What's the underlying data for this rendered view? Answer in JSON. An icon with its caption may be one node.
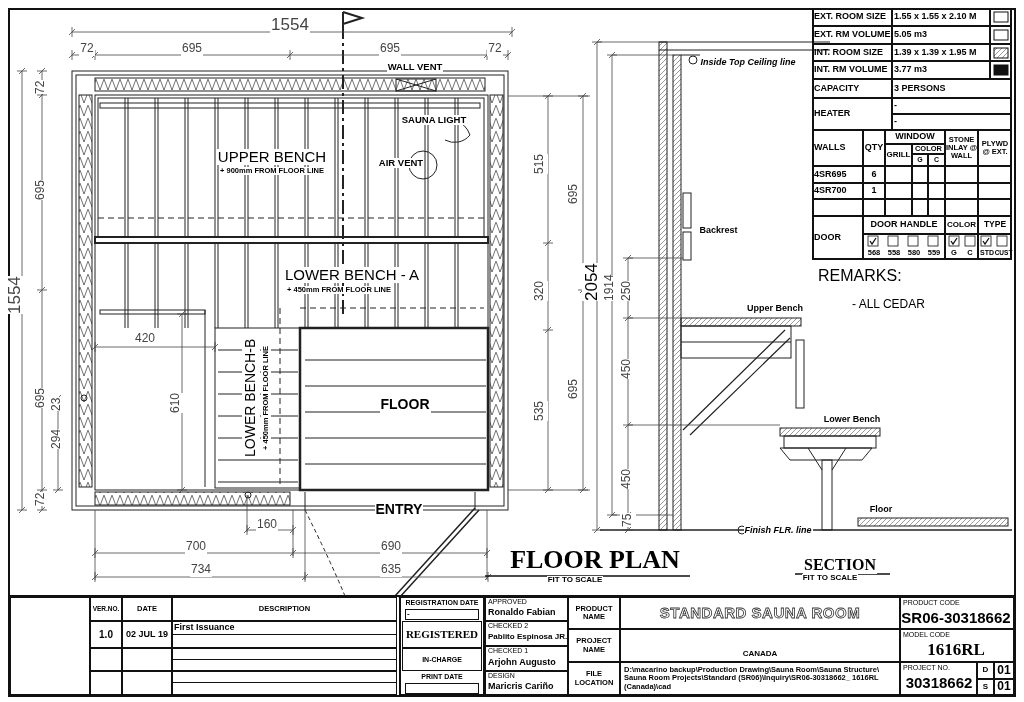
{
  "diagram": {
    "labels": [
      "1554",
      "72",
      "695",
      "695",
      "72",
      "WALL VENT",
      "SAUNA LIGHT",
      "UPPER BENCH",
      "+ 900mm FROM  FLOOR LINE",
      "AIR VENT",
      "LOWER BENCH - A",
      "+ 450mm FROM FLOOR LINE",
      "420",
      "610",
      "LOWER BENCH-B",
      "+ 450mm FROM FLOOR LINE",
      "FLOOR",
      "ENTRY",
      "160",
      "700",
      "690",
      "734",
      "635",
      "1554",
      "72",
      "695",
      "695",
      "23",
      "294",
      "72",
      "515",
      "695",
      "320",
      "535",
      "695",
      "2054",
      "1914",
      "250",
      "450",
      "450",
      "75",
      "Inside Top Ceiling line",
      "Backrest",
      "Upper Bench",
      "Lower Bench",
      "Floor",
      "Finish FLR. line",
      "FLOOR PLAN",
      "FIT TO SCALE",
      "SECTION",
      "FIT TO SCALE",
      "EXT. ROOM SIZE",
      "1.55 x 1.55 x 2.10 M",
      "EXT. RM VOLUME",
      "5.05 m3",
      "INT. ROOM SIZE",
      "1.39  x 1.39 x 1.95 M",
      "INT. RM VOLUME",
      "3.77 m3",
      "CAPACITY",
      "3 PERSONS",
      "HEATER",
      "-",
      "-",
      "WALLS",
      "QTY",
      "WINDOW",
      "STONE INLAY @ WALL",
      "PLYWD @ EXT.",
      "GRILL",
      "COLOR",
      "G",
      "C",
      "4SR695",
      "6",
      "4SR700",
      "1",
      "DOOR",
      "DOOR HANDLE",
      "COLOR",
      "TYPE",
      "568",
      "558",
      "580",
      "559",
      "G",
      "C",
      "STD",
      "CUST",
      "REMARKS:",
      "- ALL CEDAR",
      "VER.NO.",
      "DATE",
      "DESCRIPTION",
      "1.0",
      "02 JUL 19",
      "First Issuance",
      "REGISTRATION DATE",
      "-",
      "REGISTERED",
      "IN-CHARGE",
      "PRINT DATE",
      "APPROVED",
      "Ronaldo Fabian",
      "CHECKED 2",
      "Pablito Espinosa JR.",
      "CHECKED 1",
      "Arjohn Augusto",
      "DESIGN",
      "Maricris Cariño",
      "PRODUCT NAME",
      "STANDARD SAUNA ROOM",
      "PROJECT NAME",
      "CANADA",
      "FILE LOCATION",
      "D:\\macarino backup\\Production Drawing\\Sauna Room\\Sauna Structure\\ Sauna Room Projects\\Standard (SR06)\\Inquiry\\SR06-30318662_ 1616RL (Canada)\\cad",
      "PRODUCT CODE",
      "SR06-30318662",
      "MODEL CODE",
      "1616RL",
      "PROJECT NO.",
      "30318662",
      "D",
      "01",
      "S",
      "01"
    ]
  }
}
